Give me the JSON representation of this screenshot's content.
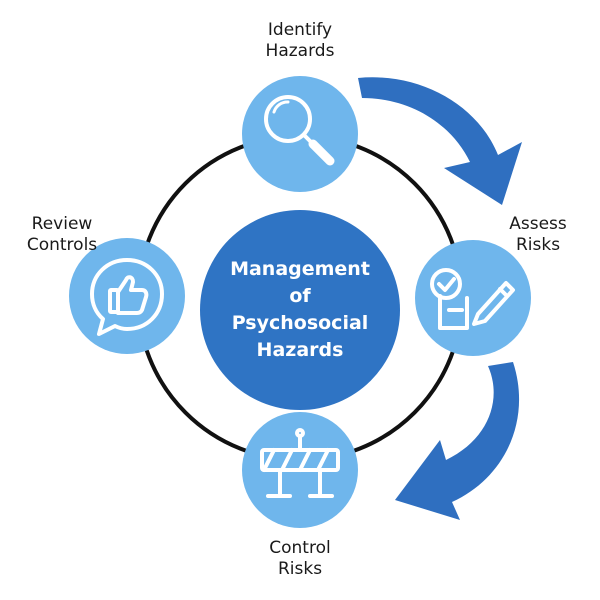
{
  "center": {
    "lines": [
      "Management",
      "of",
      "Psychosocial",
      "Hazards"
    ]
  },
  "steps": [
    {
      "lines": [
        "Identify",
        "Hazards"
      ],
      "icon": "magnifier-icon"
    },
    {
      "lines": [
        "Assess",
        "Risks"
      ],
      "icon": "checklist-pencil-icon"
    },
    {
      "lines": [
        "Control",
        "Risks"
      ],
      "icon": "barrier-icon"
    },
    {
      "lines": [
        "Review",
        "Controls"
      ],
      "icon": "thumbs-up-bubble-icon"
    }
  ],
  "colors": {
    "node_fill": "#6fb6ec",
    "center_fill": "#2f74c4",
    "arrow": "#2f6fc0",
    "ring": "#111111",
    "icon_stroke": "#ffffff",
    "label_text": "#1a1a1a"
  }
}
